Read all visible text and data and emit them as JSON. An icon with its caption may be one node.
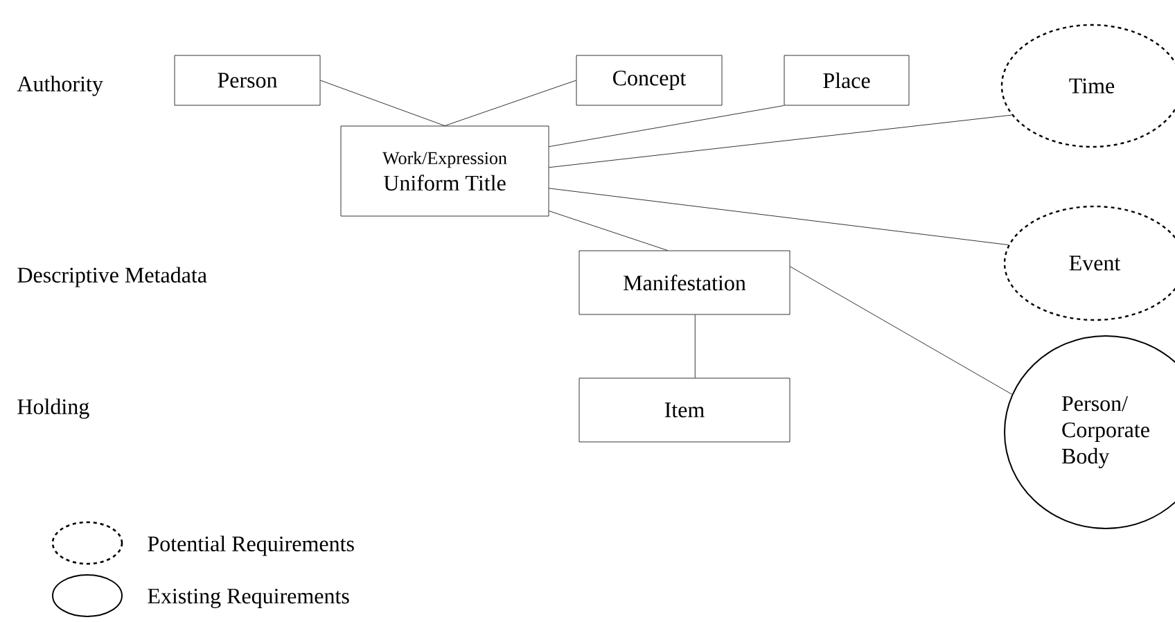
{
  "diagram": {
    "nodes": [
      {
        "text": [
          "Person"
        ]
      },
      {
        "text": [
          "Concept"
        ]
      },
      {
        "text": [
          "Place"
        ]
      },
      {
        "text": [
          "Time"
        ]
      },
      {
        "text": [
          "Work/Expression",
          "Uniform Title"
        ]
      },
      {
        "text": [
          "Event"
        ]
      },
      {
        "text": [
          "Manifestation"
        ]
      },
      {
        "text": [
          "Item"
        ]
      },
      {
        "text": [
          "Person/ Corporate Body"
        ]
      }
    ],
    "edges": [
      {
        "from": 0,
        "to": 4,
        "arrow": "none"
      },
      {
        "from": 1,
        "to": 4,
        "arrow": "none"
      },
      {
        "from": 2,
        "to": 4,
        "arrow": "none"
      },
      {
        "from": 3,
        "to": 4,
        "arrow": "none"
      },
      {
        "from": 4,
        "to": 5,
        "arrow": "none"
      },
      {
        "from": 4,
        "to": 6,
        "arrow": "none"
      },
      {
        "from": 6,
        "to": 7,
        "arrow": "none"
      },
      {
        "from": 6,
        "to": 8,
        "arrow": "none"
      }
    ],
    "labels": [
      "Authority",
      "Descriptive Metadata",
      "Holding"
    ],
    "legend": [
      {
        "text": "Potential Requirements"
      },
      {
        "text": "Existing Requirements"
      }
    ]
  }
}
